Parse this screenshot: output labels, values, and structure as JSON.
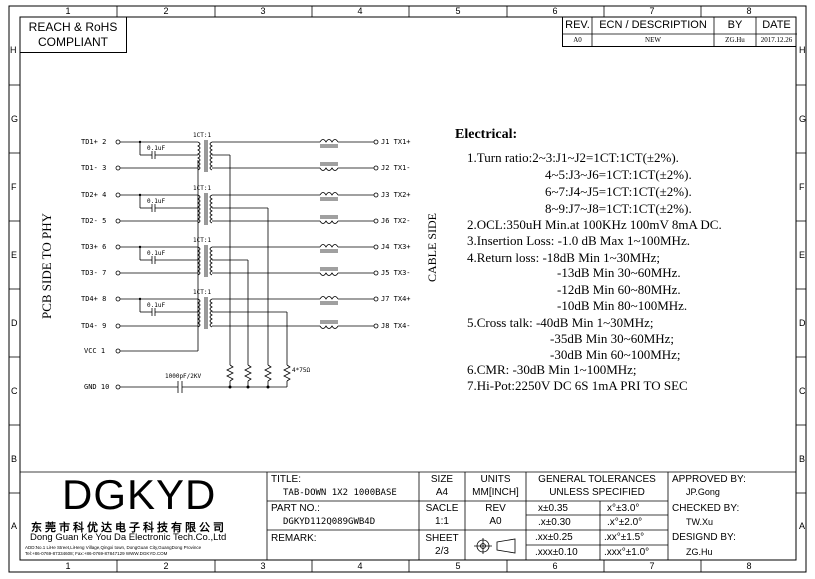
{
  "zone_columns": [
    "1",
    "2",
    "3",
    "4",
    "5",
    "6",
    "7",
    "8"
  ],
  "zone_rows": [
    "H",
    "G",
    "F",
    "E",
    "D",
    "C",
    "B",
    "A"
  ],
  "compliance": {
    "line1": "REACH & RoHS",
    "line2": "COMPLIANT"
  },
  "revision_block": {
    "headers": [
      "REV.",
      "ECN / DESCRIPTION",
      "BY",
      "DATE"
    ],
    "row": [
      "A0",
      "NEW",
      "ZG.Hu",
      "2017.12.26"
    ]
  },
  "schematic": {
    "left_side_label": "PCB SIDE TO PHY",
    "right_side_label": "CABLE SIDE",
    "left_pins": [
      {
        "name": "TD1+",
        "num": "2"
      },
      {
        "name": "TD1-",
        "num": "3"
      },
      {
        "name": "TD2+",
        "num": "4"
      },
      {
        "name": "TD2-",
        "num": "5"
      },
      {
        "name": "TD3+",
        "num": "6"
      },
      {
        "name": "TD3-",
        "num": "7"
      },
      {
        "name": "TD4+",
        "num": "8"
      },
      {
        "name": "TD4-",
        "num": "9"
      },
      {
        "name": "VCC",
        "num": "1"
      },
      {
        "name": "GND",
        "num": "10"
      }
    ],
    "right_pins": [
      {
        "num": "J1",
        "name": "TX1+"
      },
      {
        "num": "J2",
        "name": "TX1-"
      },
      {
        "num": "J3",
        "name": "TX2+"
      },
      {
        "num": "J6",
        "name": "TX2-"
      },
      {
        "num": "J4",
        "name": "TX3+"
      },
      {
        "num": "J5",
        "name": "TX3-"
      },
      {
        "num": "J7",
        "name": "TX4+"
      },
      {
        "num": "J8",
        "name": "TX4-"
      }
    ],
    "transformer_label": "1CT:1",
    "cap_label": "0.1uF",
    "gnd_cap_label": "1000pF/2KV",
    "resistor_label": "4*75Ω"
  },
  "electrical": {
    "title": "Electrical:",
    "lines": [
      "1.Turn ratio:2~3:J1~J2=1CT:1CT(±2%).",
      "4~5:J3~J6=1CT:1CT(±2%).",
      "6~7:J4~J5=1CT:1CT(±2%).",
      "8~9:J7~J8=1CT:1CT(±2%).",
      "2.OCL:350uH Min.at 100KHz 100mV 8mA DC.",
      "3.Insertion Loss: -1.0 dB Max 1~100MHz.",
      "4.Return loss: -18dB Min 1~30MHz;",
      "-13dB Min 30~60MHz.",
      "-12dB Min 60~80MHz.",
      "-10dB Min 80~100MHz.",
      "5.Cross talk: -40dB Min 1~30MHz;",
      "-35dB Min 30~60MHz;",
      "-30dB Min 60~100MHz;",
      "6.CMR: -30dB Min 1~100MHz;",
      "7.Hi-Pot:2250V DC  6S 1mA PRI TO SEC"
    ]
  },
  "title_block": {
    "logo": "DGKYD",
    "company_cn": "东莞市科优达电子科技有限公司",
    "company_en": "Dong Guan Ke You Da Electronic Tech.Co.,Ltd",
    "address": "ADD:No.1 LiHe Street,LiHeng Village,Qingxi town, DongGuan City,GuangDong Province",
    "contact": "Tel:+86-0769-87334608; Fax:+86-0769-87847129  WWW.DGKYD.COM",
    "title_label": "TITLE:",
    "title_value": "TAB-DOWN 1X2 1000BASE",
    "part_label": "PART NO.:",
    "part_value": "DGKYD112Q089GWB4D",
    "remark_label": "REMARK:",
    "size_label": "SIZE",
    "size_value": "A4",
    "scale_label": "SACLE",
    "scale_value": "1:1",
    "sheet_label": "SHEET",
    "sheet_value": "2/3",
    "units_label": "UNITS",
    "units_value": "MM[INCH]",
    "rev_label": "REV",
    "rev_value": "A0",
    "tol_title1": "GENERAL TOLERANCES",
    "tol_title2": "UNLESS SPECIFIED",
    "tolerances": [
      [
        "x±0.35",
        "x°±3.0°"
      ],
      [
        ".x±0.30",
        ".x°±2.0°"
      ],
      [
        ".xx±0.25",
        ".xx°±1.5°"
      ],
      [
        ".xxx±0.10",
        ".xxx°±1.0°"
      ]
    ],
    "approved_label": "APPROVED BY:",
    "approved_value": "JP.Gong",
    "checked_label": "CHECKED BY:",
    "checked_value": "TW.Xu",
    "designed_label": "DESIGND BY:",
    "designed_value": "ZG.Hu"
  }
}
